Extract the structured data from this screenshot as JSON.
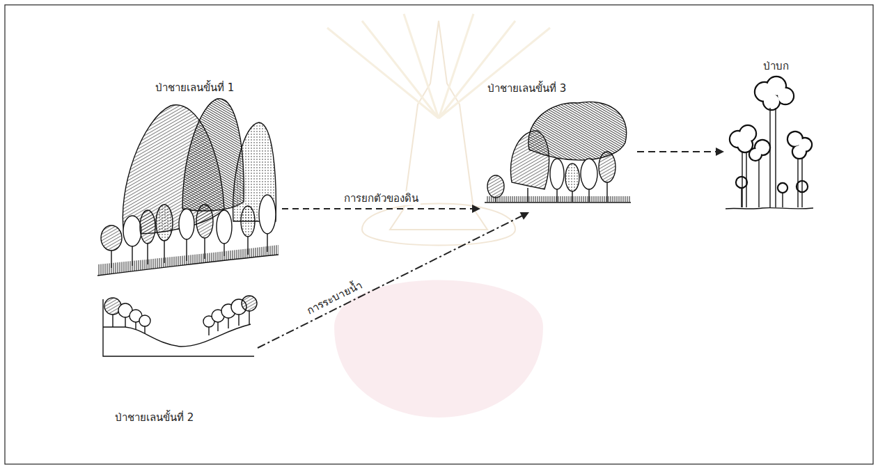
{
  "diagram": {
    "nodes": [
      {
        "text": [
          "ป่าชายเลนขั้นที่ 1"
        ]
      },
      {
        "text": [
          "ป่าชายเลนขั้นที่ 3"
        ]
      },
      {
        "text": [
          "ป่าบก"
        ]
      },
      {
        "text": [
          "ป่าชายเลนขั้นที่ 2"
        ]
      }
    ],
    "edges": [
      {
        "from": 0,
        "to": 1,
        "arrow": "to",
        "label": "การยกตัวของดิน"
      },
      {
        "from": 3,
        "to": 1,
        "arrow": "to",
        "label": "การระบายน้ำ"
      },
      {
        "from": 1,
        "to": 2,
        "arrow": "to"
      }
    ]
  }
}
